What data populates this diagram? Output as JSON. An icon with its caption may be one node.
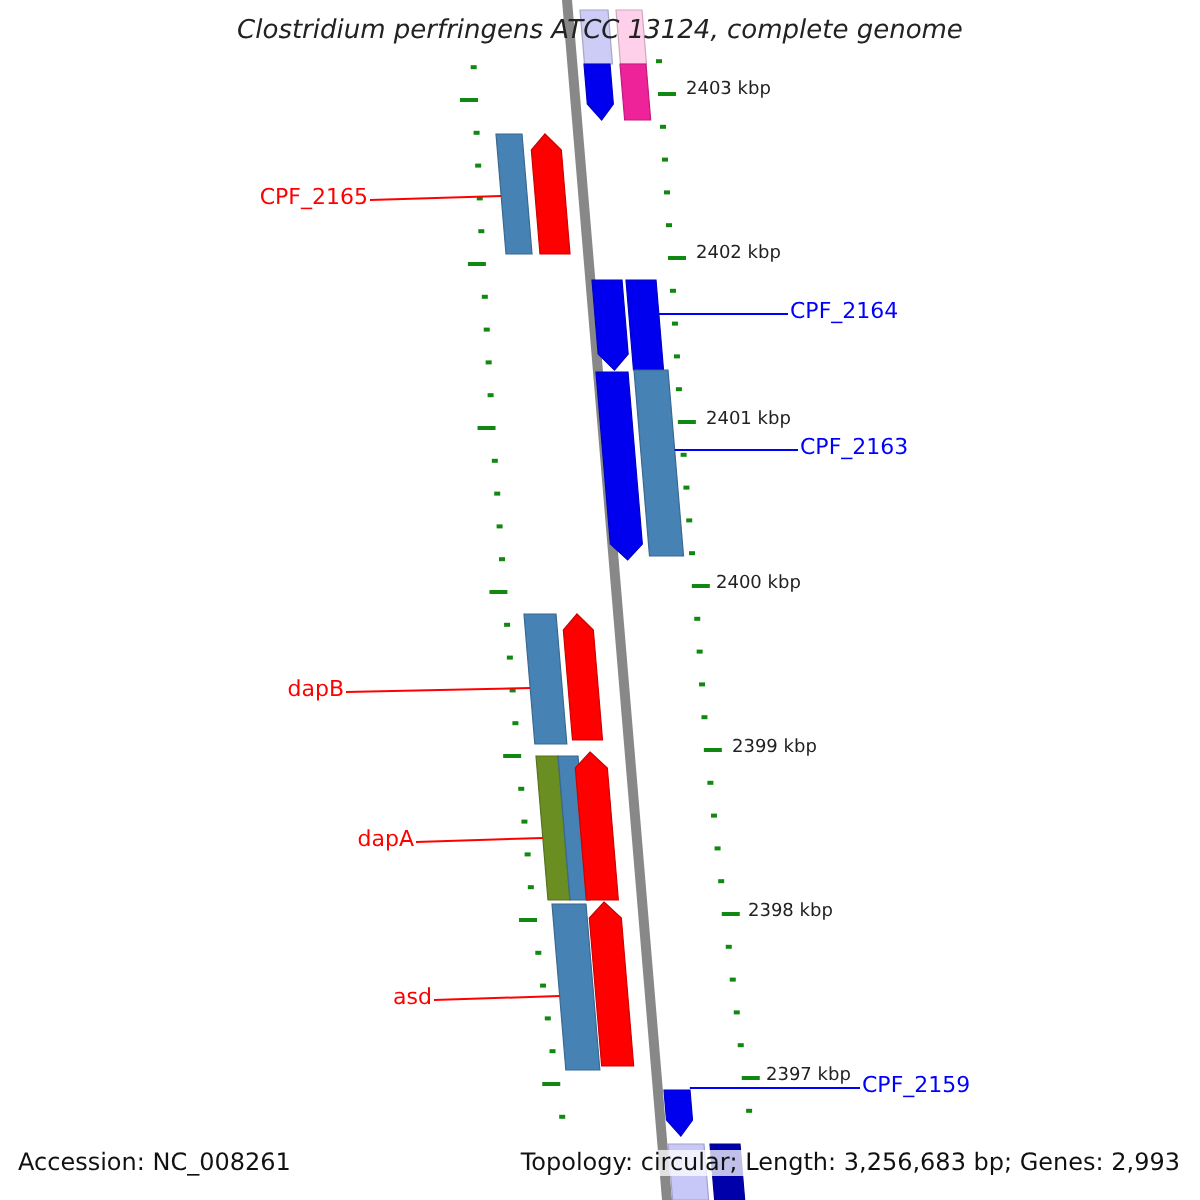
{
  "diagram": {
    "title": "Clostridium perfringens ATCC 13124, complete genome",
    "nodes": [
      {
        "text": [],
        "shape": "arrow"
      },
      {
        "text": [],
        "shape": "bar"
      },
      {
        "text": [
          "CPF_2165"
        ]
      },
      {
        "text": [],
        "shape": "bar"
      },
      {
        "text": [],
        "shape": "arrow"
      },
      {
        "text": [],
        "shape": "arrow"
      },
      {
        "text": [],
        "shape": "bar"
      },
      {
        "text": [
          "CPF_2164"
        ]
      },
      {
        "text": [],
        "shape": "arrow"
      },
      {
        "text": [],
        "shape": "bar"
      },
      {
        "text": [
          "CPF_2163"
        ]
      },
      {
        "text": [
          "dapB"
        ]
      },
      {
        "text": [],
        "shape": "bar"
      },
      {
        "text": [],
        "shape": "arrow"
      },
      {
        "text": [
          "dapA"
        ]
      },
      {
        "text": [],
        "shape": "bar"
      },
      {
        "text": [],
        "shape": "bar"
      },
      {
        "text": [],
        "shape": "arrow"
      },
      {
        "text": [
          "asd"
        ]
      },
      {
        "text": [],
        "shape": "bar"
      },
      {
        "text": [],
        "shape": "arrow"
      },
      {
        "text": [],
        "shape": "arrow"
      },
      {
        "text": [
          "CPF_2159"
        ]
      },
      {
        "text": [],
        "shape": "bar"
      },
      {
        "text": [],
        "shape": "bar"
      }
    ],
    "edges": [
      {
        "from": 2,
        "to": 3,
        "arrow": "none"
      },
      {
        "from": 7,
        "to": 6,
        "arrow": "none",
        "color": "#0000ff"
      },
      {
        "from": 10,
        "to": 9,
        "arrow": "none",
        "color": "#0000ff"
      },
      {
        "from": 11,
        "to": 12,
        "arrow": "none"
      },
      {
        "from": 14,
        "to": 15,
        "arrow": "none"
      },
      {
        "from": 18,
        "to": 19,
        "arrow": "none"
      },
      {
        "from": 22,
        "to": 21,
        "arrow": "none",
        "color": "#0000ff"
      }
    ],
    "labels": [
      "2403 kbp",
      "2402 kbp",
      "2401 kbp",
      "2400 kbp",
      "2399 kbp",
      "2398 kbp",
      "2397 kbp",
      "Accession: NC_008261",
      "Topology: circular; Length: 3,256,683 bp; Genes: 2,993"
    ]
  }
}
